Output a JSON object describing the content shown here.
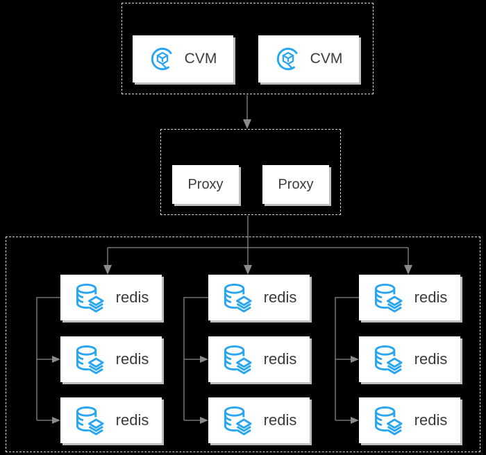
{
  "diagram": {
    "cvm_group": {
      "nodes": [
        {
          "label": "CVM",
          "icon": "tencent-cloud-cvm-icon"
        },
        {
          "label": "CVM",
          "icon": "tencent-cloud-cvm-icon"
        }
      ]
    },
    "proxy_group": {
      "nodes": [
        {
          "label": "Proxy"
        },
        {
          "label": "Proxy"
        }
      ]
    },
    "redis_group": {
      "columns": [
        {
          "nodes": [
            {
              "label": "redis"
            },
            {
              "label": "redis"
            },
            {
              "label": "redis"
            }
          ]
        },
        {
          "nodes": [
            {
              "label": "redis"
            },
            {
              "label": "redis"
            },
            {
              "label": "redis"
            }
          ]
        },
        {
          "nodes": [
            {
              "label": "redis"
            },
            {
              "label": "redis"
            },
            {
              "label": "redis"
            }
          ]
        }
      ],
      "node_icon": "redis-database-icon"
    },
    "edges": [
      "cvm-group -> proxy-group",
      "proxy-group -> redis-shard-1",
      "proxy-group -> redis-shard-2",
      "proxy-group -> redis-shard-3",
      "redis-master -> redis-replica (x2 per shard)"
    ]
  },
  "colors": {
    "background": "#000000",
    "accent_blue": "#29a6f2",
    "node_background": "#ffffff",
    "node_shadow": "#bfbfbf",
    "dashed_border": "#d9d9d9",
    "arrow_gray": "#8a8a8a",
    "text": "#3b3b3b"
  }
}
